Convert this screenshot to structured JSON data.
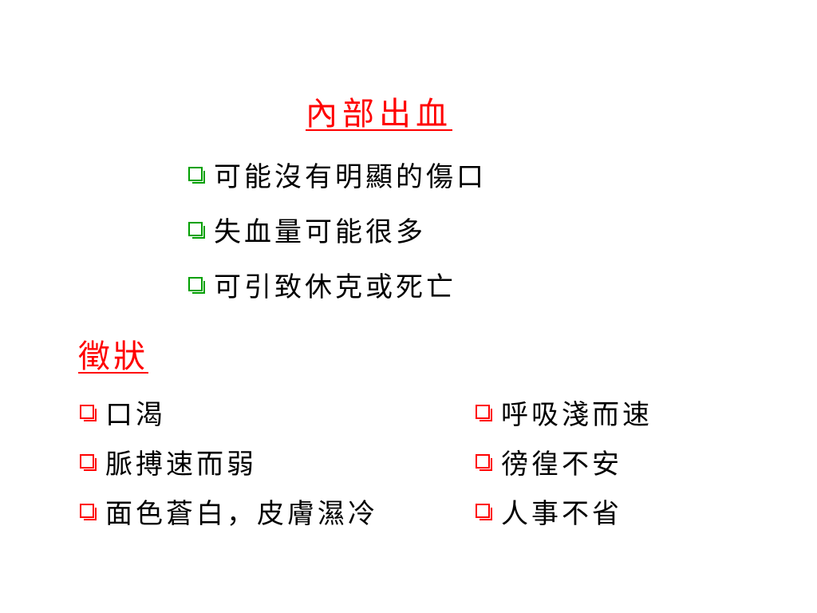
{
  "slide": {
    "title": "內部出血",
    "intro_points": [
      "可能沒有明顯的傷口",
      "失血量可能很多",
      "可引致休克或死亡"
    ],
    "symptoms_heading": "徵狀",
    "symptoms_left": [
      "口渴",
      "脈搏速而弱",
      "面色蒼白，皮膚濕冷"
    ],
    "symptoms_right": [
      "呼吸淺而速",
      "徬徨不安",
      "人事不省"
    ]
  },
  "colors": {
    "heading": "#ff0000",
    "intro_bullet": "#00a000",
    "symptom_bullet": "#ff0000",
    "body_text": "#000000"
  },
  "icons": {
    "intro_bullet": "green-hollow-square-bullet-icon",
    "symptom_bullet": "red-hollow-square-bullet-icon"
  }
}
